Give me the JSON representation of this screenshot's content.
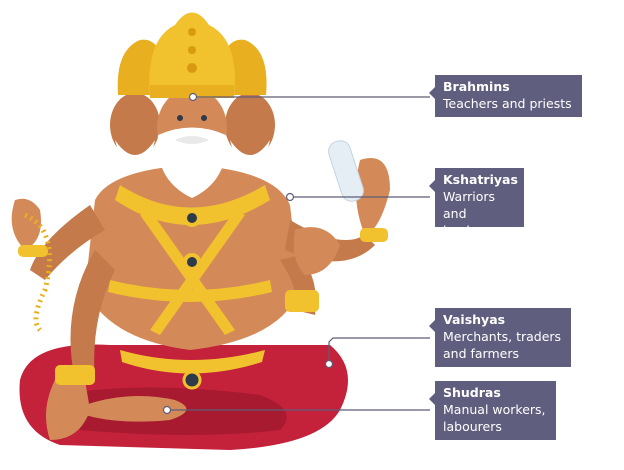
{
  "labels": [
    {
      "title": "Brahmins",
      "description": "Teachers and priests"
    },
    {
      "title": "Kshatriyas",
      "description": "Warriors and leaders"
    },
    {
      "title": "Vaishyas",
      "description": "Merchants, traders and farmers"
    },
    {
      "title": "Shudras",
      "description": "Manual workers, labourers"
    }
  ],
  "colors": {
    "label_bg": "#605e7e",
    "gold": "#f2c12e",
    "skin": "#d38a58",
    "robe": "#c4213a",
    "beard": "#ffffff",
    "line": "#5d5c78"
  }
}
